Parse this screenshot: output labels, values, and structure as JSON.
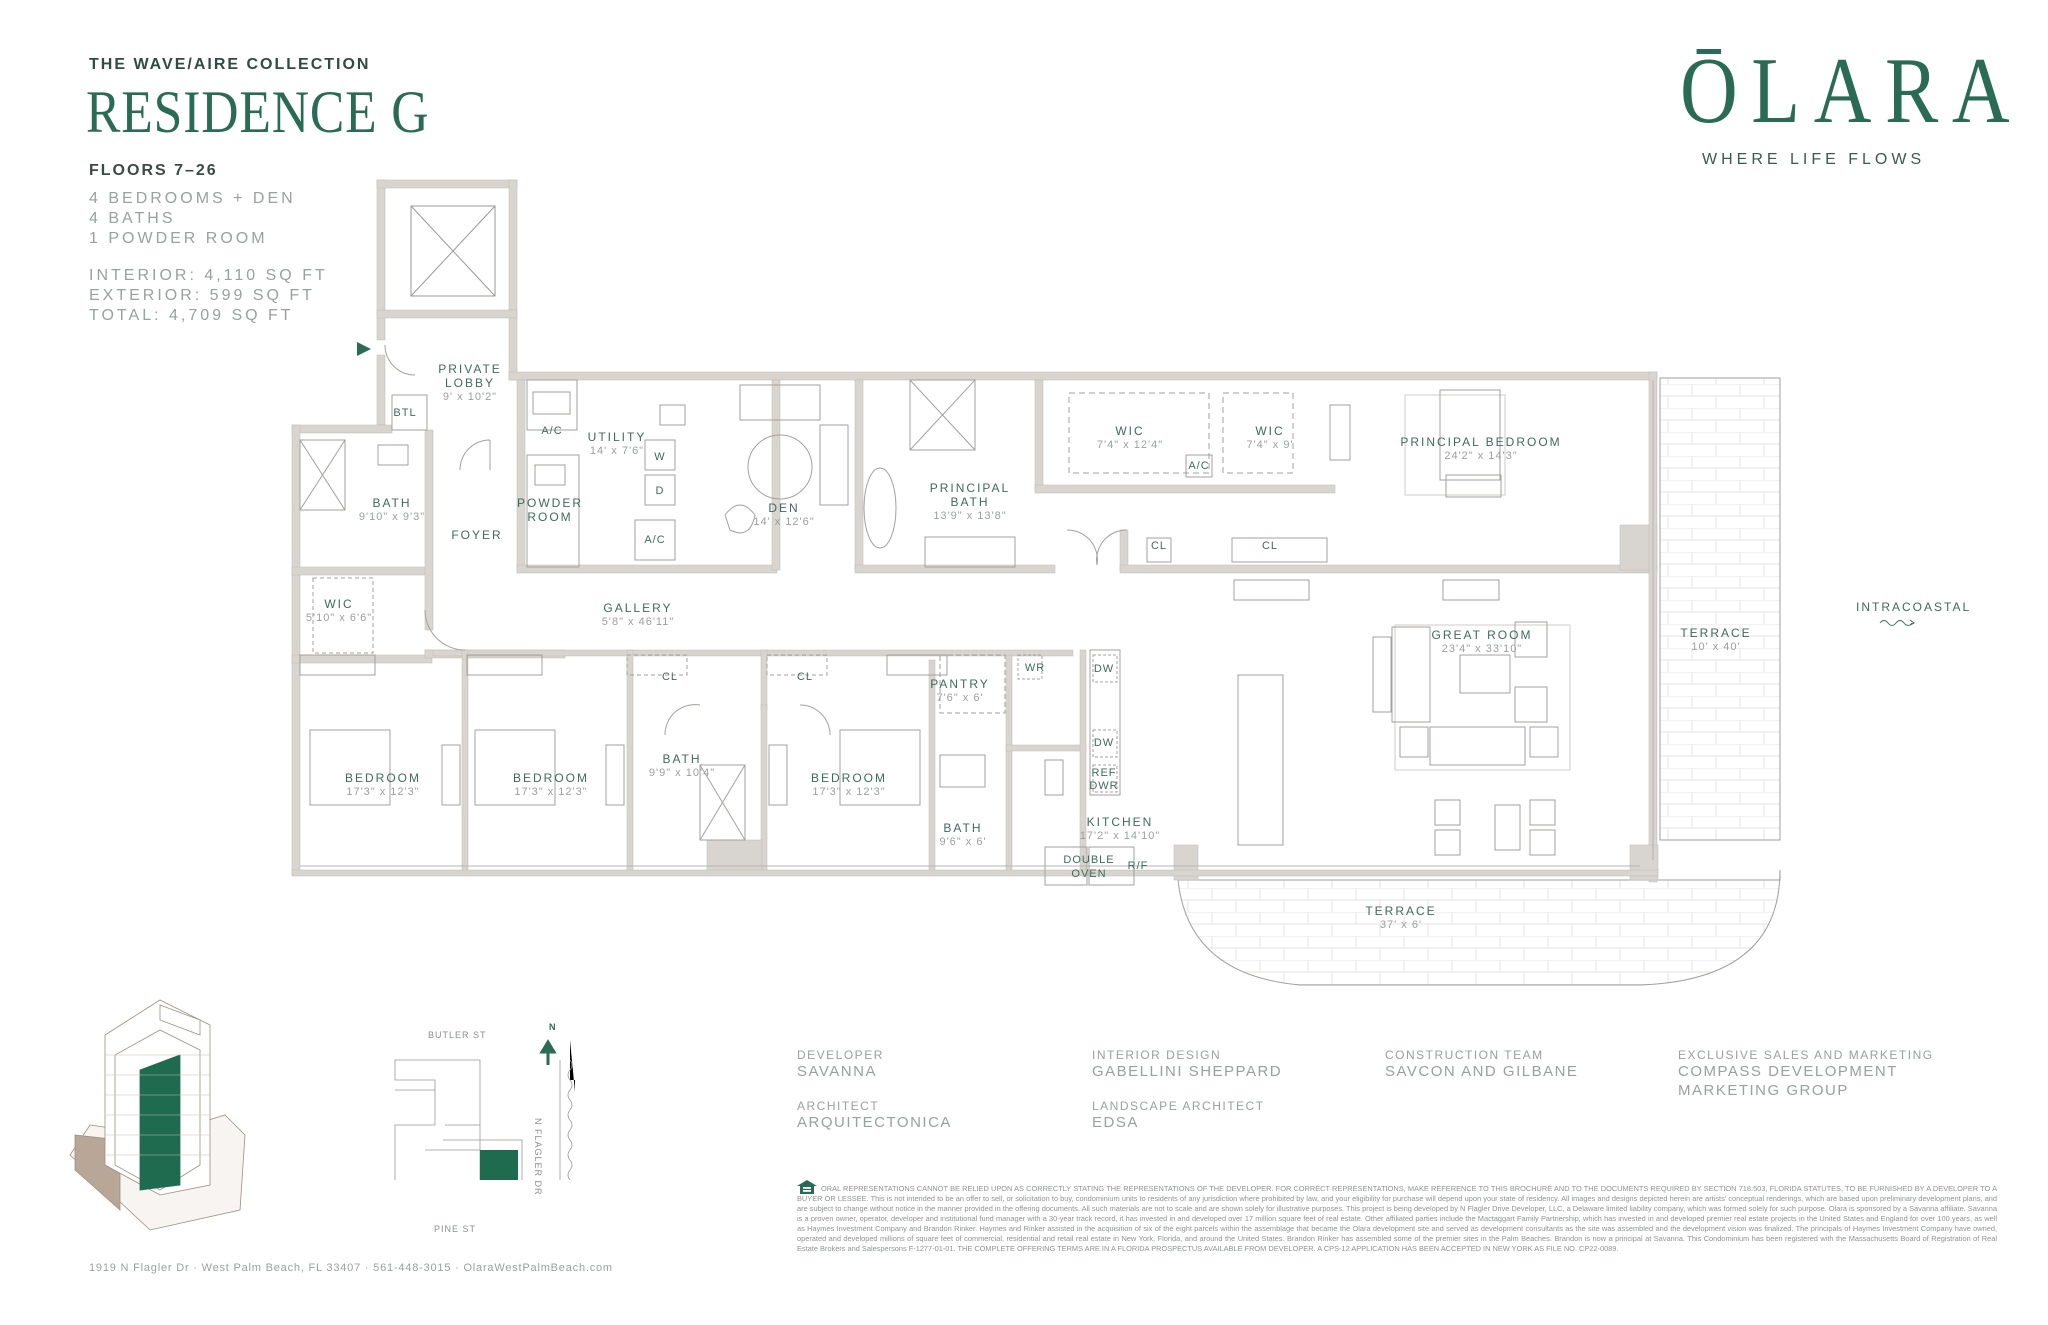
{
  "header": {
    "collection": "THE WAVE/AIRE COLLECTION",
    "residence": "RESIDENCE G",
    "floors": "FLOORS 7–26",
    "specs": [
      "4 BEDROOMS + DEN",
      "4 BATHS",
      "1 POWDER ROOM"
    ],
    "areas": [
      "INTERIOR: 4,110 SQ FT",
      "EXTERIOR: 599 SQ FT",
      "TOTAL: 4,709 SQ FT"
    ]
  },
  "logo": {
    "name": "ŌLARA",
    "tagline": "WHERE LIFE FLOWS"
  },
  "colors": {
    "brand_green": "#2a6b55",
    "wall": "#d8d4cf",
    "line": "#9a9995",
    "text_gray": "#9aa09d"
  },
  "floorplan": {
    "rooms": [
      {
        "name": "PRIVATE\nLOBBY",
        "line1": "PRIVATE",
        "line2": "LOBBY",
        "dim": "9' x 10'2\""
      },
      {
        "name": "BTL",
        "dim": ""
      },
      {
        "name": "BATH",
        "dim": "9'10\" x 9'3\""
      },
      {
        "name": "FOYER",
        "dim": ""
      },
      {
        "name": "WIC",
        "dim": "5'10\" x 6'6\""
      },
      {
        "name": "POWDER ROOM",
        "line1": "POWDER",
        "line2": "ROOM",
        "dim": ""
      },
      {
        "name": "UTILITY",
        "dim": "14' x 7'6\""
      },
      {
        "name": "DEN",
        "dim": "14' x 12'6\""
      },
      {
        "name": "PRINCIPAL BATH",
        "line1": "PRINCIPAL",
        "line2": "BATH",
        "dim": "13'9\" x 13'8\""
      },
      {
        "name": "WIC",
        "dim": "7'4\" x 12'4\""
      },
      {
        "name": "WIC",
        "dim": "7'4\" x 9'"
      },
      {
        "name": "PRINCIPAL BEDROOM",
        "dim": "24'2\" x 14'3\""
      },
      {
        "name": "GALLERY",
        "dim": "5'8\" x 46'11\""
      },
      {
        "name": "GREAT ROOM",
        "dim": "23'4\" x 33'10\""
      },
      {
        "name": "TERRACE",
        "dim": "10' x 40'"
      },
      {
        "name": "BEDROOM",
        "dim": "17'3\" x 12'3\""
      },
      {
        "name": "BEDROOM",
        "dim": "17'3\" x 12'3\""
      },
      {
        "name": "BATH",
        "dim": "9'9\" x 10'4\""
      },
      {
        "name": "BEDROOM",
        "dim": "17'3\" x 12'3\""
      },
      {
        "name": "PANTRY",
        "dim": "7'6\" x 6'"
      },
      {
        "name": "BATH",
        "dim": "9'6\" x 6'"
      },
      {
        "name": "KITCHEN",
        "dim": "17'2\" x 14'10\""
      },
      {
        "name": "TERRACE",
        "dim": "37' x 6'"
      }
    ],
    "fixtures": {
      "ac": "A/C",
      "washer": "W",
      "dryer": "D",
      "closet": "CL",
      "wine_room": "WR",
      "dishwasher": "DW",
      "ref_drawer_1": "REF",
      "ref_drawer_2": "DWR",
      "double_oven_1": "DOUBLE",
      "double_oven_2": "OVEN",
      "fridge_freezer": "R/F"
    },
    "orientation_label": "INTRACOASTAL"
  },
  "site_map": {
    "north": "N",
    "street_top": "BUTLER ST",
    "street_bottom": "PINE ST",
    "street_right": "N FLAGLER DR"
  },
  "credits": [
    {
      "label": "DEVELOPER",
      "value": "SAVANNA"
    },
    {
      "label": "ARCHITECT",
      "value": "ARQUITECTONICA"
    },
    {
      "label": "INTERIOR DESIGN",
      "value": "GABELLINI SHEPPARD"
    },
    {
      "label": "LANDSCAPE ARCHITECT",
      "value": "EDSA"
    },
    {
      "label": "CONSTRUCTION TEAM",
      "value": "SAVCON AND GILBANE"
    },
    {
      "label": "EXCLUSIVE SALES AND MARKETING",
      "value": "COMPASS DEVELOPMENT",
      "value2": "MARKETING GROUP"
    }
  ],
  "footer": {
    "address": "1919 N Flagler Dr  ·  West Palm Beach, FL 33407  ·  561-448-3015  ·  OlaraWestPalmBeach.com",
    "disclaimer": "ORAL REPRESENTATIONS CANNOT BE RELIED UPON AS CORRECTLY STATING THE REPRESENTATIONS OF THE DEVELOPER. FOR CORRECT REPRESENTATIONS, MAKE REFERENCE TO THIS BROCHURE AND TO THE DOCUMENTS REQUIRED BY SECTION 718.503, FLORIDA STATUTES, TO BE FURNISHED BY A DEVELOPER TO A BUYER OR LESSEE. This is not intended to be an offer to sell, or solicitation to buy, condominium units to residents of any jurisdiction where prohibited by law, and your eligibility for purchase will depend upon your state of residency. All images and designs depicted herein are artists' conceptual renderings, which are based upon preliminary development plans, and are subject to change without notice in the manner provided in the offering documents. All such materials are not to scale and are shown solely for illustrative purposes. This project is being developed by N Flagler Drive Developer, LLC, a Delaware limited liability company, which was formed solely for such purpose. Olara is sponsored by a Savanna affiliate. Savanna is a proven owner, operator, developer and institutional fund manager with a 30-year track record, it has invested in and developed over 17 million square feet of real estate. Other affiliated parties include the Mactaggart Family Partnership, which has invested in and developed premier real estate projects in the United States and England for over 100 years, as well as Haymes Investment Company and Brandon Rinker. Haymes and Rinker assisted in the acquisition of six of the eight parcels within the assemblage that became the Olara development site and served as development consultants as the site was assembled and the development vision was finalized. The principals of Haymes Investment Company have owned, operated and developed millions of square feet of commercial, residential and retail real estate in New York, Florida, and around the United States. Brandon Rinker has assembled some of the premier sites in the Palm Beaches. Brandon is now a principal at Savanna. This Condominium has been registered with the Massachusetts Board of Registration of Real Estate Brokers and Salespersons F-1277-01-01. THE COMPLETE OFFERING TERMS ARE IN A FLORIDA PROSPECTUS AVAILABLE FROM DEVELOPER. A CPS-12 APPLICATION HAS BEEN ACCEPTED IN NEW YORK AS FILE NO. CP22-0089."
  }
}
